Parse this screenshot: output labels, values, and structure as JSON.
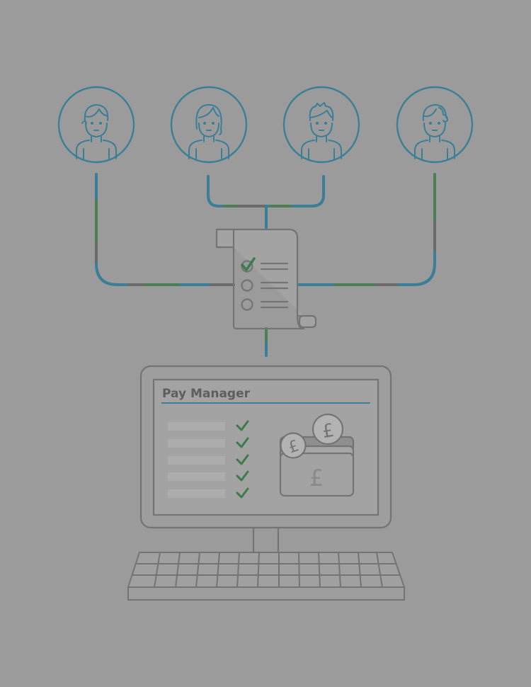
{
  "colors": {
    "background": "#9b9b9b",
    "blue": "#3a7f97",
    "green": "#4d7f55",
    "dark_gray": "#6b6b6b",
    "line_gray": "#747474",
    "light_gray": "#adadad",
    "title_gray": "#5e5e5e",
    "check_green": "#3c7c4a"
  },
  "people": [
    {
      "id": "person-1",
      "icon": "person-icon"
    },
    {
      "id": "person-2",
      "icon": "person-icon"
    },
    {
      "id": "person-3",
      "icon": "person-icon"
    },
    {
      "id": "person-4",
      "icon": "person-icon"
    }
  ],
  "checklist": {
    "icon": "checklist-scroll-icon",
    "items": [
      {
        "checked": true
      },
      {
        "checked": false
      },
      {
        "checked": false
      }
    ]
  },
  "screen": {
    "title": "Pay Manager",
    "rows": 5,
    "coin_symbol": "£",
    "wallet_symbol": "£"
  }
}
